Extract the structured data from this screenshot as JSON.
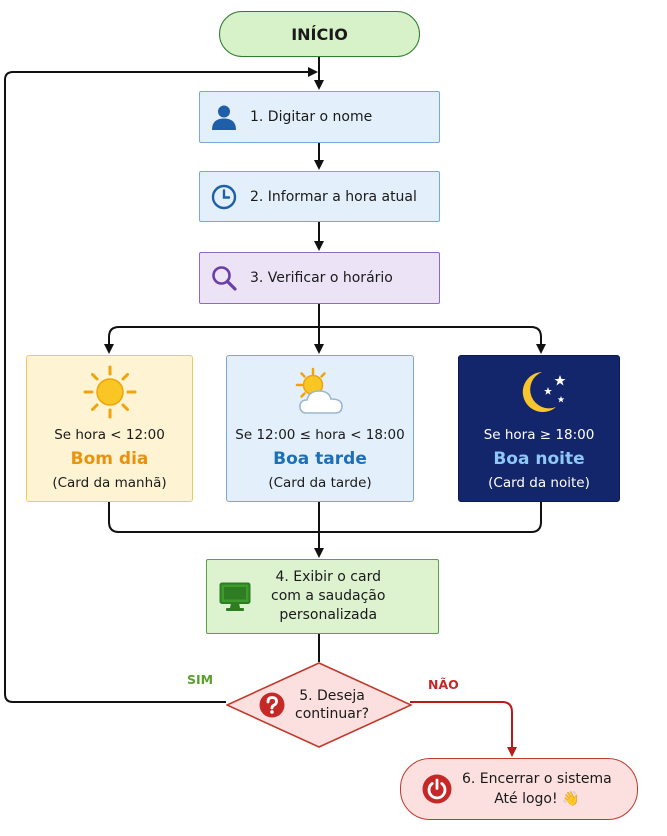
{
  "start": {
    "label": "INÍCIO"
  },
  "steps": {
    "name": {
      "label": "1. Digitar o nome",
      "icon": "user-icon"
    },
    "time": {
      "label": "2. Informar a hora atual",
      "icon": "clock-icon"
    },
    "check": {
      "label": "3. Verificar o horário",
      "icon": "magnifier-icon"
    }
  },
  "cards": {
    "morning": {
      "condition": "Se hora < 12:00",
      "greeting": "Bom dia",
      "label": "(Card da manhã)",
      "icon": "sun-icon"
    },
    "afternoon": {
      "condition": "Se 12:00 ≤ hora < 18:00",
      "greeting": "Boa tarde",
      "label": "(Card da tarde)",
      "icon": "sun-cloud-icon"
    },
    "night": {
      "condition": "Se hora ≥ 18:00",
      "greeting": "Boa noite",
      "label": "(Card da noite)",
      "icon": "moon-stars-icon"
    }
  },
  "display": {
    "line1": "4. Exibir o card",
    "line2": "com a saudação",
    "line3": "personalizada",
    "icon": "monitor-icon"
  },
  "decision": {
    "line1": "5. Deseja",
    "line2": "continuar?",
    "icon": "question-icon",
    "yes": "SIM",
    "no": "NÃO"
  },
  "end": {
    "line1": "6. Encerrar o sistema",
    "line2": "Até logo! 👋",
    "icon": "power-icon"
  },
  "colors": {
    "start_fill": "#d7f1c8",
    "step_fill": "#e3f0fb",
    "check_fill": "#ece3f7",
    "morning_fill": "#fef3d3",
    "night_fill": "#14266b",
    "display_fill": "#ddf3d0",
    "decision_fill": "#fbe0df",
    "yes": "#5aa02c",
    "no": "#c62828"
  }
}
